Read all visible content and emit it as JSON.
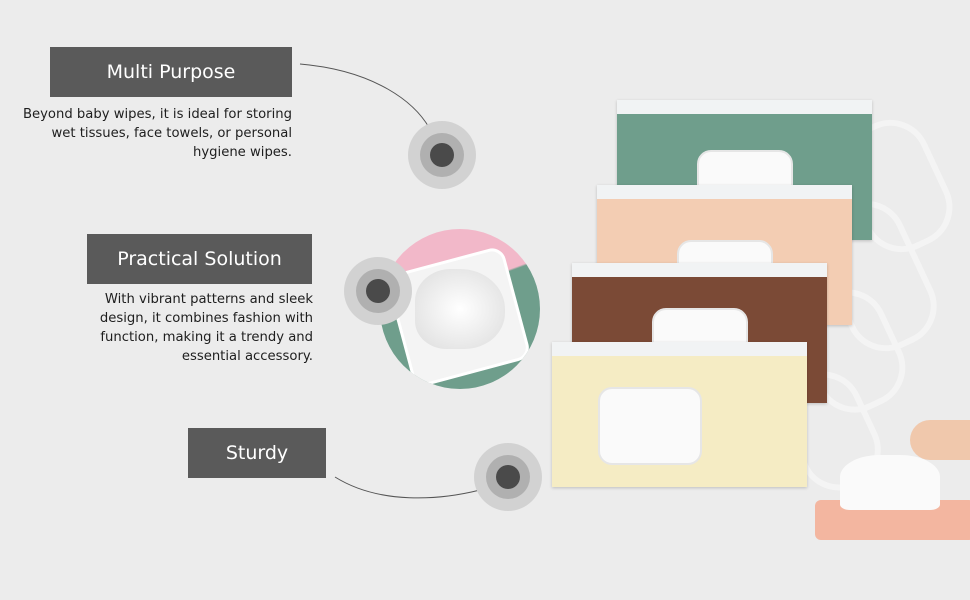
{
  "features": [
    {
      "title": "Multi Purpose",
      "description": "Beyond baby wipes, it is ideal for storing wet tissues, face towels, or personal hygiene wipes."
    },
    {
      "title": "Practical Solution",
      "description": "With vibrant patterns and sleek design, it combines fashion with function, making it a trendy and essential accessory."
    },
    {
      "title": "Sturdy"
    }
  ],
  "colors": {
    "label_bg": "#5a5a5a",
    "green": "#6f9e8c",
    "peach": "#f3cdb3",
    "brown": "#7b4a36",
    "yellow": "#f5ecc4"
  }
}
